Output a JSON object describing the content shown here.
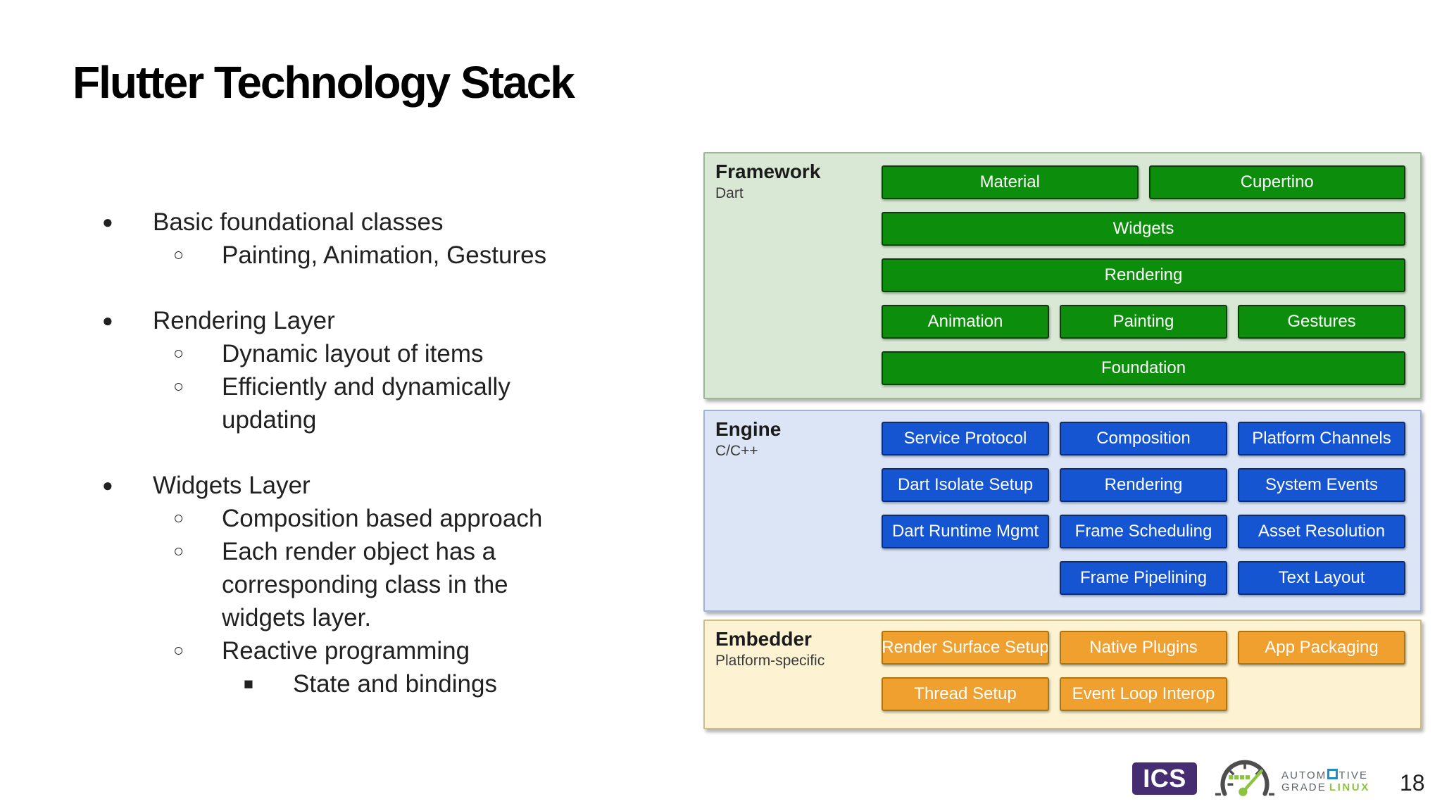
{
  "slide": {
    "title": "Flutter Technology Stack",
    "page_number": "18"
  },
  "bullets": [
    {
      "level": 1,
      "text": "Basic foundational classes"
    },
    {
      "level": 2,
      "text": "Painting, Animation, Gestures"
    },
    {
      "level": 1,
      "text": "Rendering Layer",
      "gap_before": true
    },
    {
      "level": 2,
      "text": "Dynamic layout of items"
    },
    {
      "level": 2,
      "text": "Efficiently and dynamically updating"
    },
    {
      "level": 1,
      "text": "Widgets Layer",
      "gap_before": true
    },
    {
      "level": 2,
      "text": "Composition based approach"
    },
    {
      "level": 2,
      "text": "Each render object has a corresponding class in the widgets layer."
    },
    {
      "level": 2,
      "text": "Reactive programming"
    },
    {
      "level": 3,
      "text": "State and bindings"
    }
  ],
  "diagram": {
    "layers": [
      {
        "name": "Framework",
        "subtitle": "Dart",
        "rows": [
          [
            "Material",
            "Cupertino"
          ],
          [
            "Widgets"
          ],
          [
            "Rendering"
          ],
          [
            "Animation",
            "Painting",
            "Gestures"
          ],
          [
            "Foundation"
          ]
        ]
      },
      {
        "name": "Engine",
        "subtitle": "C/C++",
        "rows": [
          [
            "Service Protocol",
            "Composition",
            "Platform Channels"
          ],
          [
            "Dart Isolate Setup",
            "Rendering",
            "System Events"
          ],
          [
            "Dart Runtime Mgmt",
            "Frame Scheduling",
            "Asset Resolution"
          ],
          [
            "Frame Pipelining",
            "Text Layout"
          ]
        ]
      },
      {
        "name": "Embedder",
        "subtitle": "Platform-specific",
        "rows": [
          [
            "Render Surface Setup",
            "Native Plugins",
            "App Packaging"
          ],
          [
            "Thread Setup",
            "Event Loop Interop"
          ]
        ]
      }
    ]
  },
  "footer": {
    "ics": "ICS",
    "agl": {
      "top_left": "AUTOM",
      "top_right": "TIVE",
      "bottom_left": "GRADE",
      "bottom_right": "LINUX"
    }
  },
  "colors": {
    "framework_bg": "#d9e8d4",
    "framework_border": "#98ba92",
    "green_fill": "#0c8d0c",
    "green_border": "#0b3d0b",
    "engine_bg": "#dbe5f6",
    "engine_border": "#9db3d8",
    "blue_fill": "#1655d2",
    "blue_border": "#0b2d75",
    "embedder_bg": "#fdf3d2",
    "embedder_border": "#cdbd88",
    "orange_fill": "#efa02f",
    "orange_border": "#aa7612",
    "ics_purple": "#462c70",
    "agl_gray": "#5d6468",
    "agl_green": "#8bc53f",
    "agl_blue": "#1e8fc6"
  }
}
